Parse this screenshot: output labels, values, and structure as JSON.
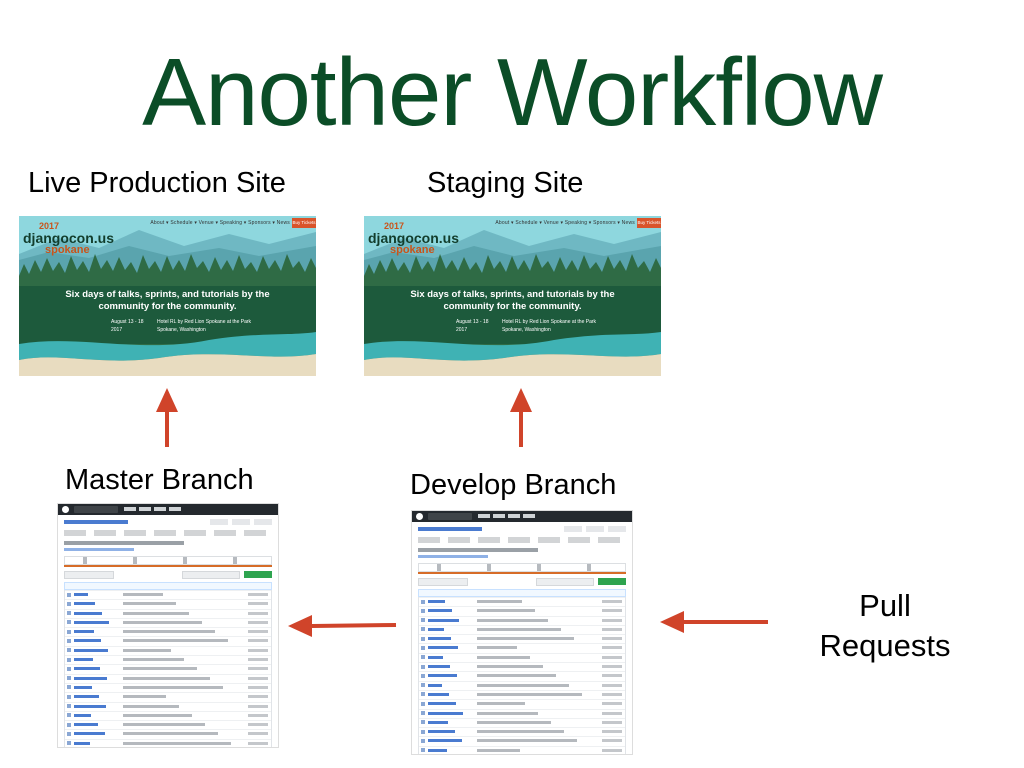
{
  "slide": {
    "title": "Another Workflow",
    "text_color": "#000000",
    "title_color": "#0b4d27",
    "arrow_color": "#d0442a"
  },
  "nodes": {
    "live": {
      "label": "Live Production Site"
    },
    "staging": {
      "label": "Staging Site"
    },
    "master": {
      "label": "Master Branch"
    },
    "develop": {
      "label": "Develop Branch"
    },
    "pull_requests": {
      "label_line1": "Pull",
      "label_line2": "Requests"
    }
  },
  "site_screenshot": {
    "logo_year": "2017",
    "logo_name": "djangocon.us",
    "logo_city": "spokane",
    "nav": "About ▾  Schedule ▾  Venue ▾  Speaking ▾  Sponsors ▾  News",
    "ticket_button": "Buy Tickets",
    "tagline_line1": "Six days of talks, sprints, and tutorials by the",
    "tagline_line2": "community for the community.",
    "dates_line1": "August 13 - 18",
    "dates_line2": "2017",
    "venue_line1": "Hotel RL by Red Lion Spokane at the Park",
    "venue_line2": "Spokane, Washington"
  },
  "edges": [
    {
      "from": "master",
      "to": "live",
      "direction": "up"
    },
    {
      "from": "develop",
      "to": "staging",
      "direction": "up"
    },
    {
      "from": "develop",
      "to": "master",
      "direction": "left"
    },
    {
      "from": "pull_requests",
      "to": "develop",
      "direction": "left"
    }
  ]
}
